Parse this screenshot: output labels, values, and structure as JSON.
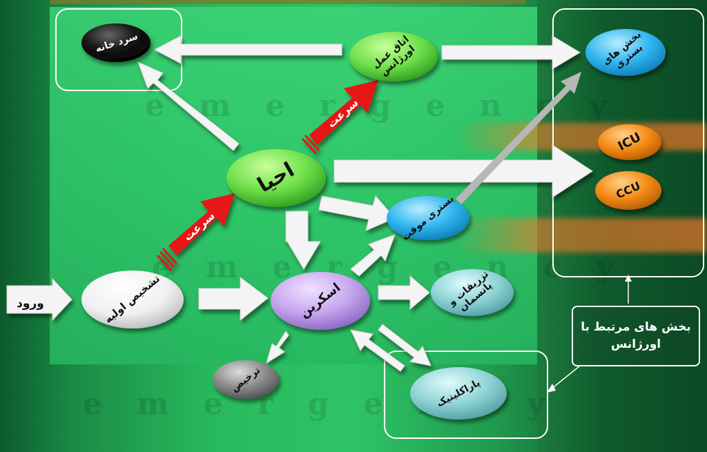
{
  "diagram": {
    "entry": "ورود",
    "nodes": {
      "cold_room": "سرد خانه",
      "or_emergency": "اتاق عمل اورژانس",
      "inpatient_wards": "بخش های بستری",
      "resuscitation": "احیا",
      "icu": "ICU",
      "ccu": "CCU",
      "temp_admission": "بستری موقت",
      "triage": "تشخیص اولیه",
      "screening": "اسکرین",
      "injections": "تزریقات و پانسمان",
      "discharge": "ترخیص",
      "polyclinic": "پاراکلینیک"
    },
    "speed_label": "سرعت",
    "related_departments": "بخش های مرتبط با اورژانس"
  },
  "colors": {
    "black_node": "#111111",
    "green_node": "#6fe04a",
    "blue_node": "#2fb5ef",
    "orange_node": "#f28a14",
    "white_node": "#f4f4f4",
    "lavender_node": "#c6a6ee",
    "teal_node": "#8fd3d6",
    "gray_node": "#8a8a8a",
    "speed_arrow": "#e81818"
  }
}
